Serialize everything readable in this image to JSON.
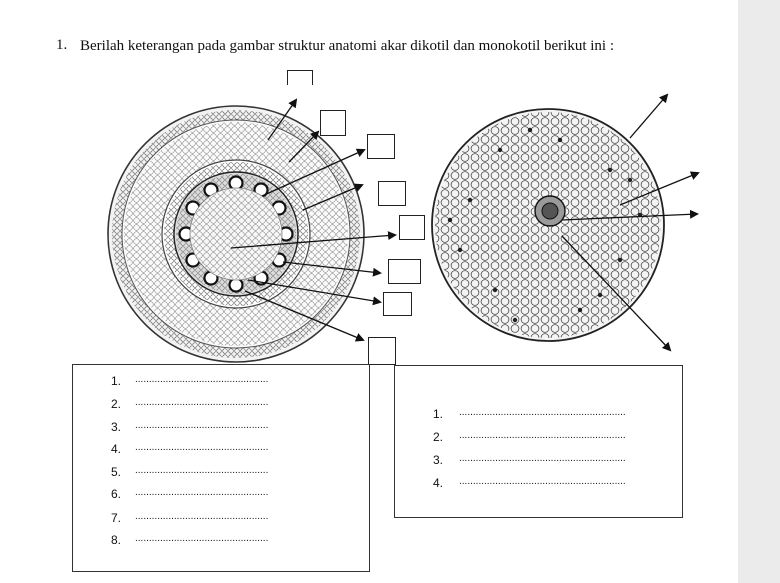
{
  "question": {
    "number": "1.",
    "text": "Berilah keterangan pada gambar struktur anatomi akar dikotil dan monokotil berikut ini :"
  },
  "dicot_answers": [
    {
      "number": "1.",
      "line": "................................................"
    },
    {
      "number": "2.",
      "line": "................................................"
    },
    {
      "number": "3.",
      "line": "................................................"
    },
    {
      "number": "4.",
      "line": "................................................"
    },
    {
      "number": "5.",
      "line": "................................................"
    },
    {
      "number": "6.",
      "line": "................................................"
    },
    {
      "number": "7.",
      "line": "................................................"
    },
    {
      "number": "8.",
      "line": "................................................"
    }
  ],
  "monocot_answers": [
    {
      "number": "1.",
      "line": "............................................................"
    },
    {
      "number": "2.",
      "line": "............................................................"
    },
    {
      "number": "3.",
      "line": "............................................................"
    },
    {
      "number": "4.",
      "line": "............................................................"
    }
  ],
  "colors": {
    "ink": "#222222",
    "side_panel": "#ebebeb"
  }
}
